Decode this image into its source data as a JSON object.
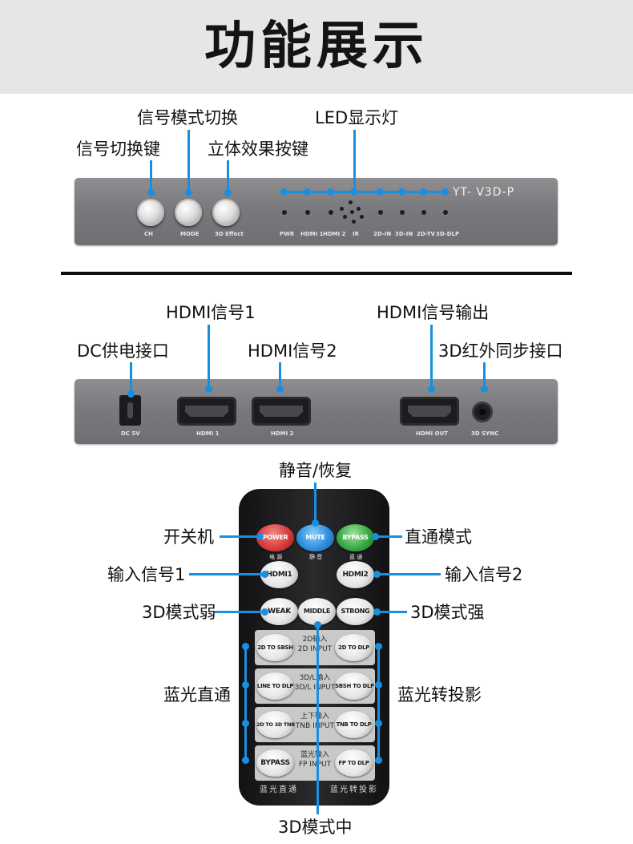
{
  "header": {
    "title": "功能展示"
  },
  "front_panel": {
    "model": "YT- V3D-P",
    "buttons": [
      "CH",
      "MODE",
      "3D Effect"
    ],
    "leds": [
      "PWR",
      "HDMI 1",
      "HDMI 2",
      "IR",
      "2D-IN",
      "3D-IN",
      "2D-TV",
      "3D-DLP"
    ],
    "callouts": {
      "signal_mode": "信号模式切换",
      "led": "LED显示灯",
      "signal_switch": "信号切换键",
      "effect": "立体效果按键"
    }
  },
  "rear_panel": {
    "ports": [
      "DC 5V",
      "HDMI 1",
      "HDMI 2",
      "HDMI OUT",
      "3D SYNC"
    ],
    "callouts": {
      "hdmi1": "HDMI信号1",
      "hdmi_out": "HDMI信号输出",
      "dc": "DC供电接口",
      "hdmi2": "HDMI信号2",
      "sync": "3D红外同步接口"
    }
  },
  "remote": {
    "buttons": {
      "power": "POWER",
      "mute": "MUTE",
      "bypass_top": "BYPASS",
      "hdmi1": "HDMI1",
      "hdmi2": "HDMI2",
      "weak": "WEAK",
      "middle": "MIDDLE",
      "strong": "STRONG",
      "b2d_sbs": "2D TO SBSH",
      "b2d_dlp": "2D TO DLP",
      "line_dlp": "LINE TO DLP",
      "sbs_dlp": "SBSH TO DLP",
      "b2d_tnb": "2D TO 3D TNB",
      "tnb_dlp": "TNB TO DLP",
      "bypass": "BYPASS",
      "fp_dlp": "FP TO DLP"
    },
    "sub_labels": {
      "power": "电 源",
      "mute": "静 音",
      "bypass": "直 通"
    },
    "panels": [
      "2D输入\n2D INPUT",
      "3D/L输入\n3D/L INPUT",
      "上下输入\nTNB INPUT",
      "蓝光输入\nFP INPUT"
    ],
    "footer": {
      "left": "蓝光直通",
      "right": "蓝光转投影"
    },
    "callouts": {
      "mute": "静音/恢复",
      "power": "开关机",
      "bypass": "直通模式",
      "input1": "输入信号1",
      "input2": "输入信号2",
      "weak": "3D模式弱",
      "strong": "3D模式强",
      "bluray_bypass": "蓝光直通",
      "bluray_proj": "蓝光转投影",
      "middle": "3D模式中"
    }
  },
  "colors": {
    "accent": "#1a8fe0",
    "device": "#7d7d81",
    "header_bg": "#e6e6e6"
  }
}
